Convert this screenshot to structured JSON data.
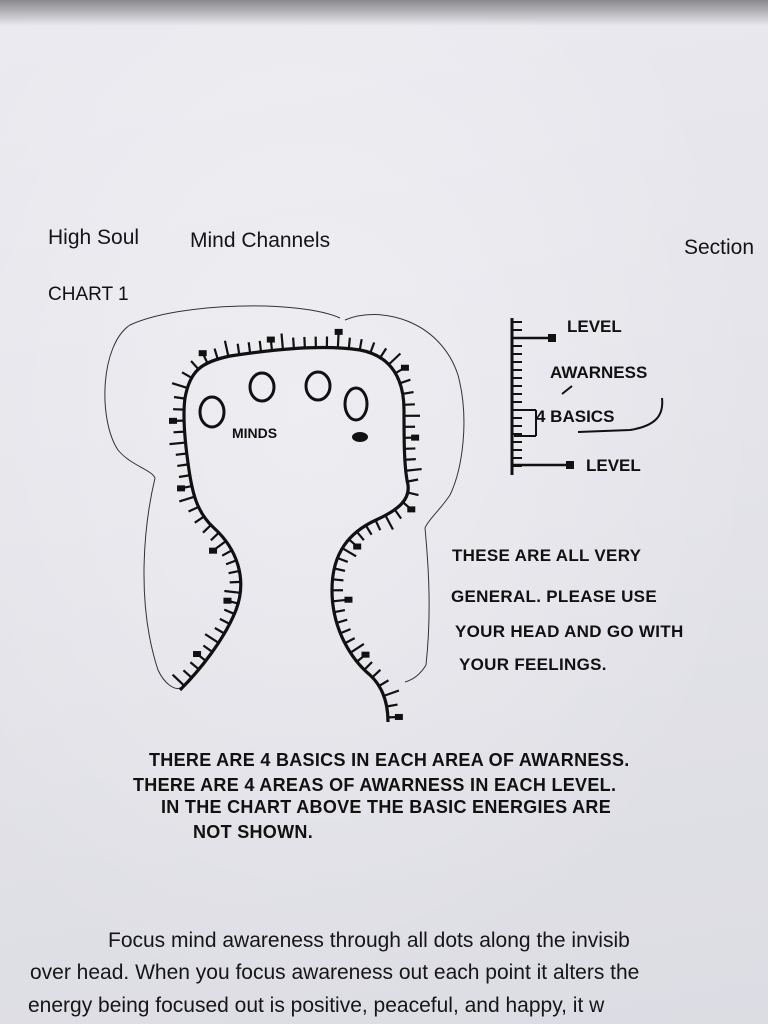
{
  "header": {
    "left_title": "High Soul",
    "middle_title": "Mind Channels",
    "right_title": "Section"
  },
  "chart": {
    "label": "CHART 1",
    "minds_label": "MINDS",
    "legend": {
      "top": "LEVEL",
      "middle": "AWARNESS",
      "basics": "4 BASICS",
      "bottom": "LEVEL"
    }
  },
  "note": [
    "THESE ARE ALL VERY",
    "GENERAL. PLEASE USE",
    "YOUR HEAD AND GO WITH",
    "YOUR FEELINGS."
  ],
  "caption": [
    "THERE ARE 4 BASICS IN EACH AREA OF AWARNESS.",
    "THERE ARE 4 AREAS OF AWARNESS IN EACH LEVEL.",
    "IN THE CHART ABOVE THE BASIC ENERGIES ARE",
    "NOT SHOWN."
  ],
  "body": [
    "Focus mind awareness through all dots along the invisib",
    "over head. When you focus awareness out each point it alters the",
    "energy being focused out is positive, peaceful, and happy, it w"
  ]
}
